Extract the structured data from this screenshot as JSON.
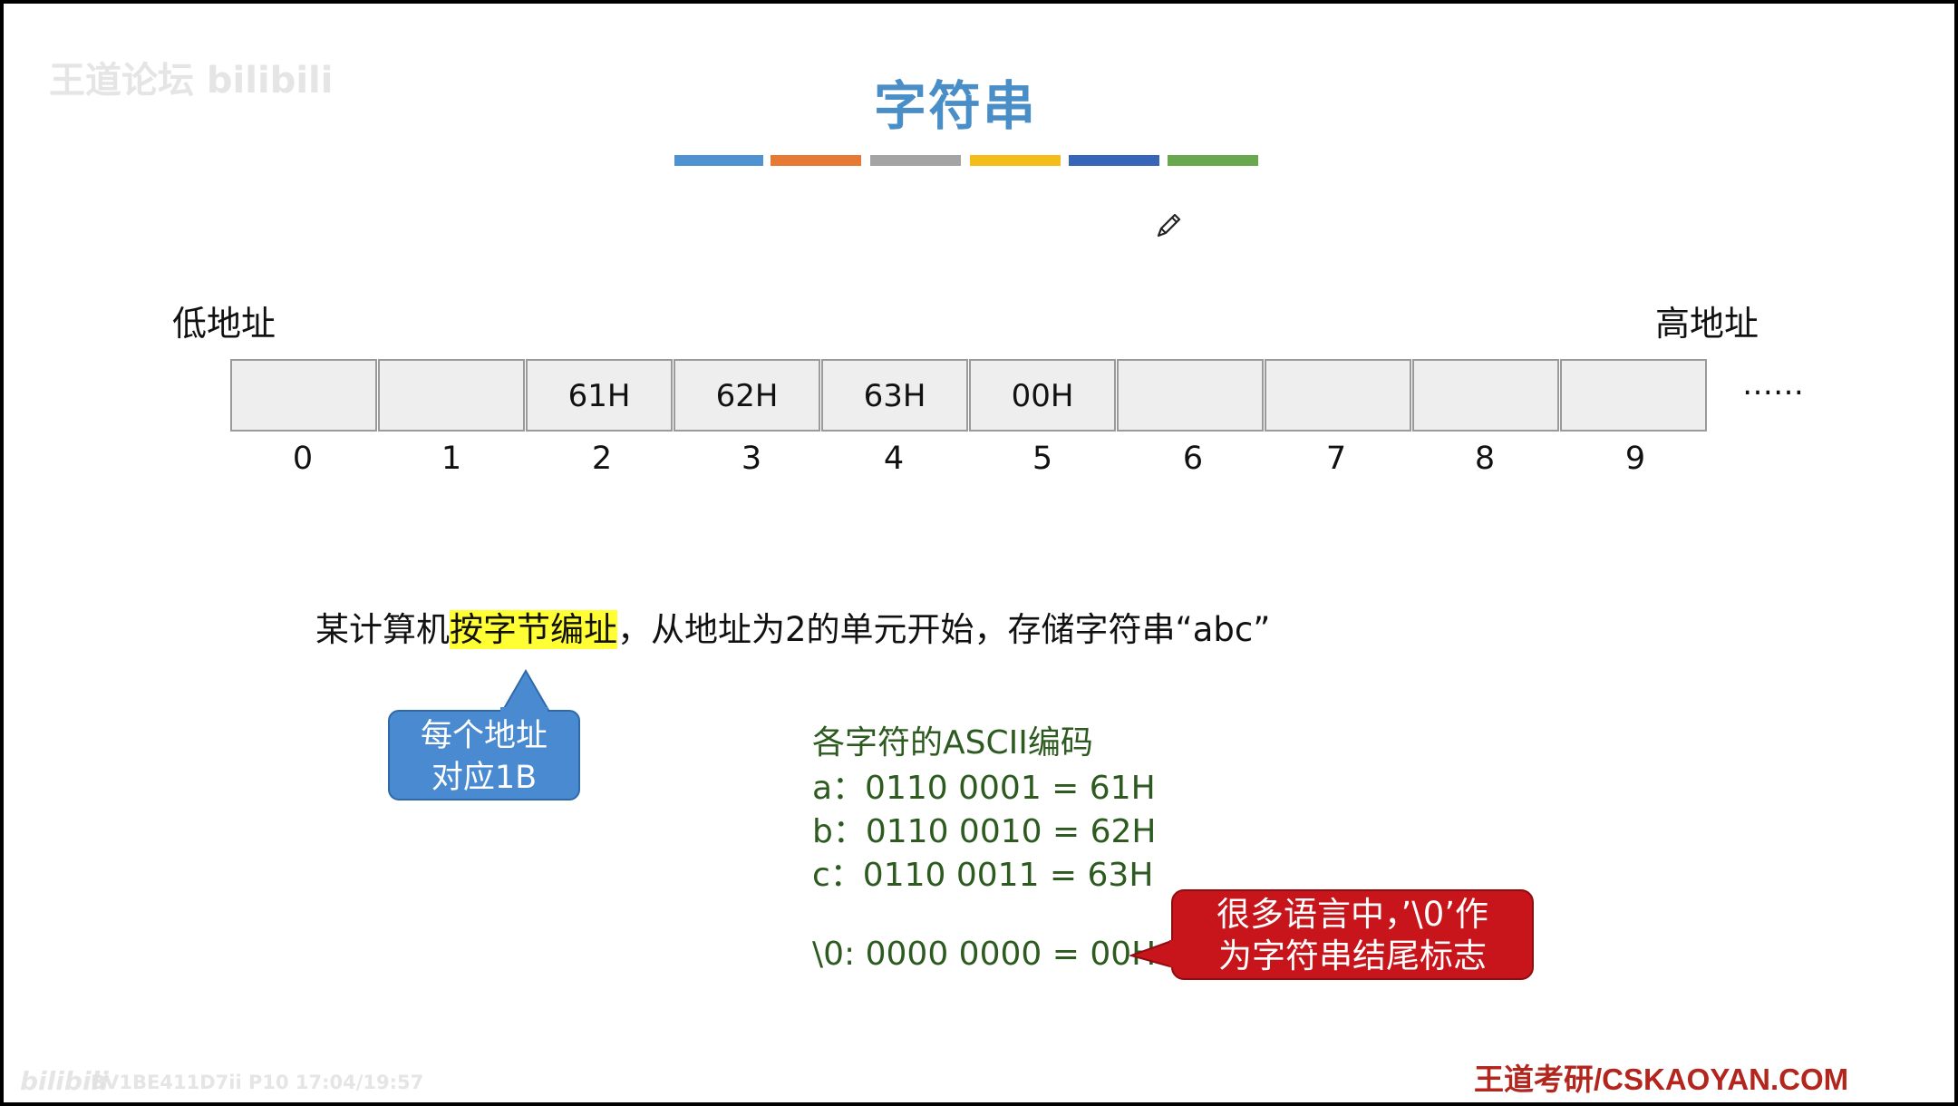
{
  "watermark": {
    "top_left": "王道论坛 bilibili",
    "bottom_left_logo": "bilibili",
    "bottom_left_info": "BV1BE411D7ii P10 17:04/19:57"
  },
  "title": "字符串",
  "title_bar_colors": [
    "#4e92d2",
    "#e67a35",
    "#a4a4a4",
    "#f5bd1c",
    "#3765b8",
    "#6aa84f"
  ],
  "memory": {
    "low_label": "低地址",
    "high_label": "高地址",
    "cells": [
      "",
      "",
      "61H",
      "62H",
      "63H",
      "00H",
      "",
      "",
      "",
      ""
    ],
    "indices": [
      "0",
      "1",
      "2",
      "3",
      "4",
      "5",
      "6",
      "7",
      "8",
      "9"
    ],
    "ellipsis": "……"
  },
  "sentence": {
    "before": "某计算机",
    "highlight": "按字节编址",
    "after": "，从地址为2的单元开始，存储字符串“abc”"
  },
  "callout_byte": {
    "line1": "每个地址",
    "line2": "对应1B"
  },
  "ascii": {
    "heading": "各字符的ASCII编码",
    "a": "a：0110 0001 = 61H",
    "b": "b：0110 0010 = 62H",
    "c": "c：0110 0011 = 63H",
    "nul": "\\0: 0000 0000 = 00H"
  },
  "callout_nul": {
    "line1": "很多语言中，’\\0’作",
    "line2": "为字符串结尾标志"
  },
  "footer": "王道考研/CSKAOYAN.COM",
  "icons": [
    "pencil-icon"
  ]
}
